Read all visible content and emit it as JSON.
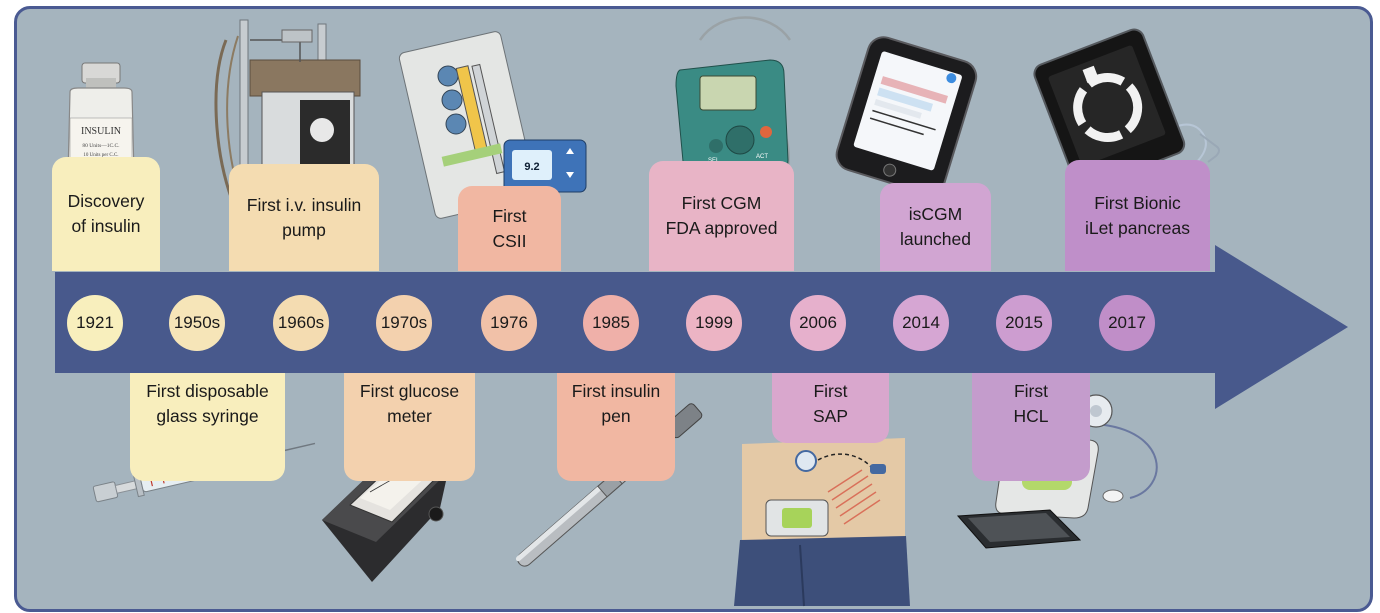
{
  "colors": {
    "background": "#a5b4be",
    "frame_border": "#4a5a92",
    "arrow": "#48598c",
    "cream": "#f8eebd",
    "peach": "#f3d1ae",
    "salmon": "#f1b7a2",
    "pink": "#e8b4c6",
    "mauve": "#d1a5d2",
    "purple": "#bf8fc9"
  },
  "timeline": {
    "years": [
      {
        "label": "1921",
        "color": "#f8efbd"
      },
      {
        "label": "1950s",
        "color": "#f6e5b8"
      },
      {
        "label": "1960s",
        "color": "#f4dcb1"
      },
      {
        "label": "1970s",
        "color": "#f3d1ae"
      },
      {
        "label": "1976",
        "color": "#f1c1a8"
      },
      {
        "label": "1985",
        "color": "#efb0a9"
      },
      {
        "label": "1999",
        "color": "#ecb4c4"
      },
      {
        "label": "2006",
        "color": "#e6b0cc"
      },
      {
        "label": "2014",
        "color": "#d6a6d3"
      },
      {
        "label": "2015",
        "color": "#cd9dd0"
      },
      {
        "label": "2017",
        "color": "#c08ec8"
      }
    ],
    "events_top": [
      {
        "text": "Discovery\nof insulin",
        "icon": "insulin-vial-icon"
      },
      {
        "text": "First i.v. insulin\npump",
        "icon": "iv-insulin-pump-icon"
      },
      {
        "text": "First\nCSII",
        "icon": "csii-pump-icon"
      },
      {
        "text": "First CGM\nFDA approved",
        "icon": "cgm-device-icon"
      },
      {
        "text": "isCGM\nlaunched",
        "icon": "iscgm-reader-icon"
      },
      {
        "text": "First Bionic\niLet pancreas",
        "icon": "bionic-ilet-icon"
      }
    ],
    "events_bottom": [
      {
        "text": "First disposable\nglass syringe",
        "icon": "glass-syringe-icon"
      },
      {
        "text": "First glucose\nmeter",
        "icon": "glucose-meter-icon"
      },
      {
        "text": "First insulin\npen",
        "icon": "insulin-pen-icon"
      },
      {
        "text": "First\nSAP",
        "icon": "sensor-augmented-pump-icon"
      },
      {
        "text": "First\nHCL",
        "icon": "hybrid-closed-loop-icon"
      }
    ],
    "device_text": {
      "vial_brand": "INSULIN",
      "vial_line1": "80 Units—1C.C.",
      "vial_line2": "10 Units per C.C.",
      "csii_reading": "9.2",
      "button_sel": "SEL",
      "button_act": "ACT"
    }
  }
}
